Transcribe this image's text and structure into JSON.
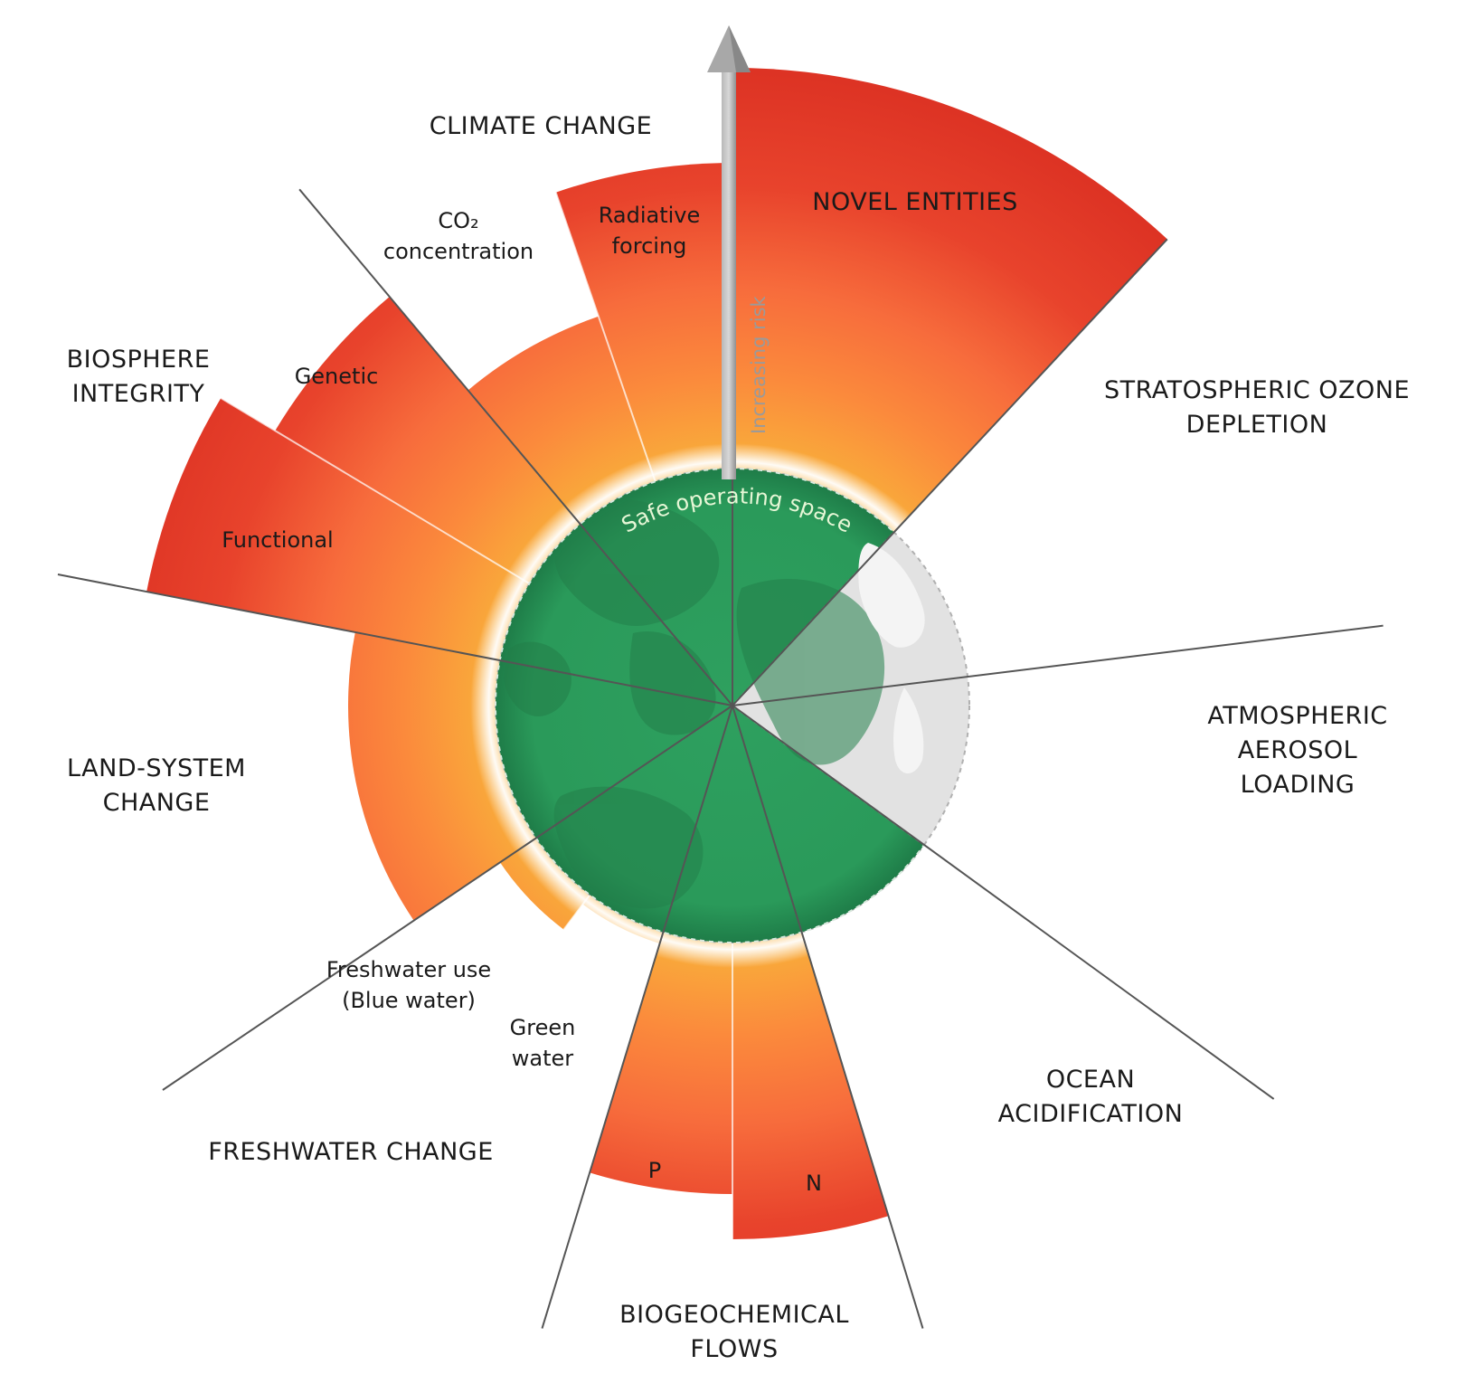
{
  "boundaries": {
    "climate": "CLIMATE CHANGE",
    "novel": "NOVEL ENTITIES",
    "ozone": [
      "STRATOSPHERIC OZONE",
      "DEPLETION"
    ],
    "aerosol": [
      "ATMOSPHERIC",
      "AEROSOL",
      "LOADING"
    ],
    "ocean": [
      "OCEAN",
      "ACIDIFICATION"
    ],
    "biogeo": [
      "BIOGEOCHEMICAL",
      "FLOWS"
    ],
    "freshwater": "FRESHWATER CHANGE",
    "land": [
      "LAND-SYSTEM",
      "CHANGE"
    ],
    "biosphere": [
      "BIOSPHERE",
      "INTEGRITY"
    ]
  },
  "sub_labels": {
    "co2": [
      "CO₂",
      "concentration"
    ],
    "radiative": [
      "Radiative",
      "forcing"
    ],
    "genetic": "Genetic",
    "functional": "Functional",
    "blue": [
      "Freshwater use",
      "(Blue water)"
    ],
    "green": [
      "Green",
      "water"
    ],
    "p": "P",
    "n": "N"
  },
  "safe_space": "Safe operating space",
  "risk_axis": "Increasing risk",
  "colors": {
    "safe": "#2ea05f",
    "warning": "#f6b23a",
    "high_risk": "#e3382a",
    "not_quantified": "#d9d9d9"
  }
}
